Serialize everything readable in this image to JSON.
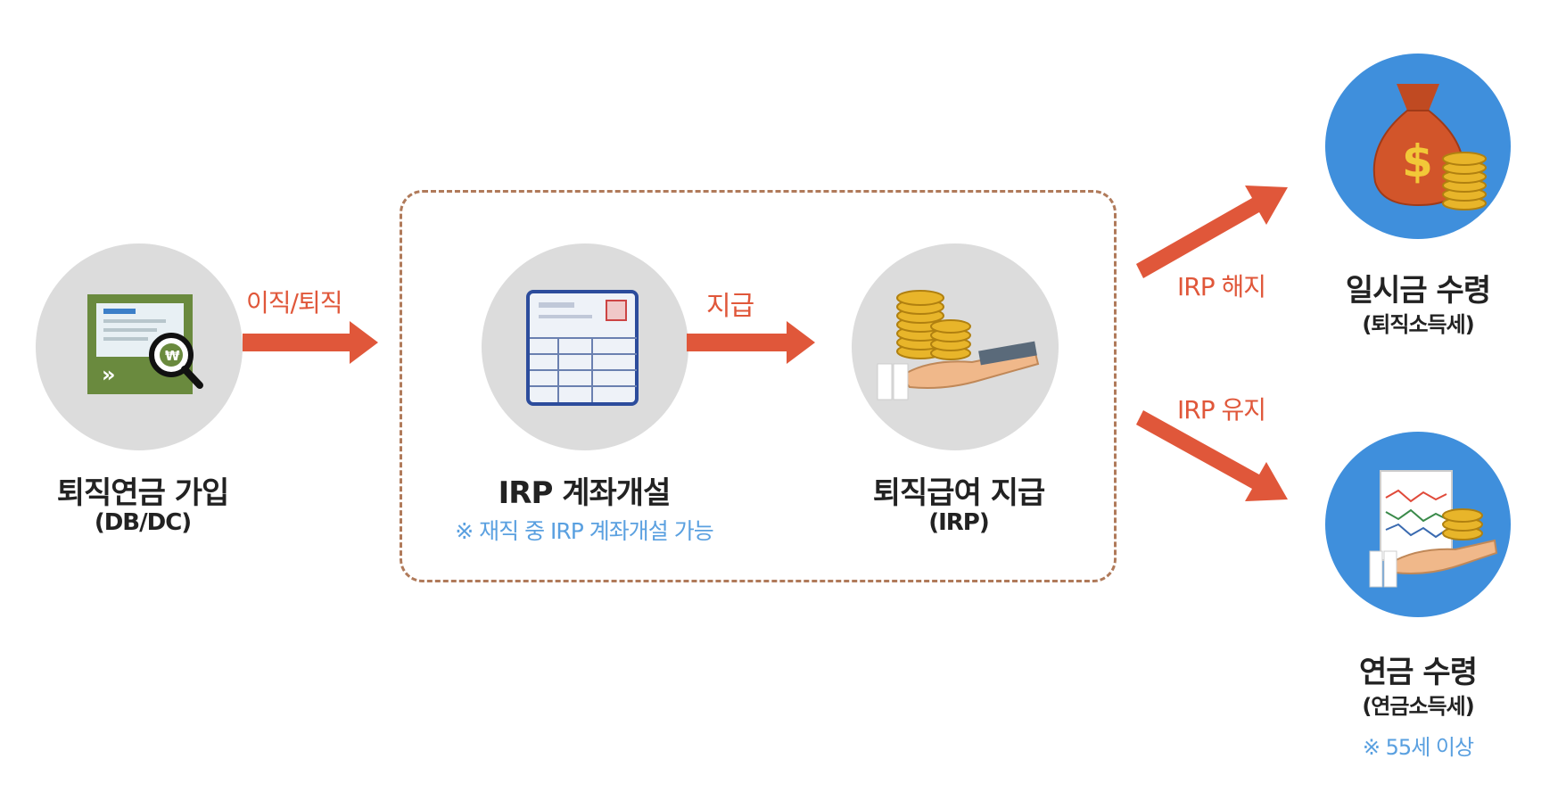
{
  "nodes": {
    "join": {
      "title": "퇴직연금 가입",
      "sub": "(DB/DC)"
    },
    "irp_open": {
      "title": "IRP 계좌개설",
      "note": "※ 재직 중 IRP 계좌개설 가능"
    },
    "pay": {
      "title": "퇴직급여 지급",
      "sub": "(IRP)"
    },
    "lump": {
      "title": "일시금 수령",
      "sub": "(퇴직소득세)"
    },
    "pension": {
      "title": "연금 수령",
      "sub": "(연금소득세)",
      "note": "※ 55세 이상"
    }
  },
  "arrows": {
    "leave": "이직/퇴직",
    "payment": "지급",
    "cancel": "IRP 해지",
    "keep": "IRP 유지"
  },
  "colors": {
    "arrow": "#e0573a",
    "circle_gray": "#dcdcdc",
    "circle_blue": "#3f8fdc",
    "note": "#5aa0e0",
    "dashed_border": "#b07a5a"
  }
}
